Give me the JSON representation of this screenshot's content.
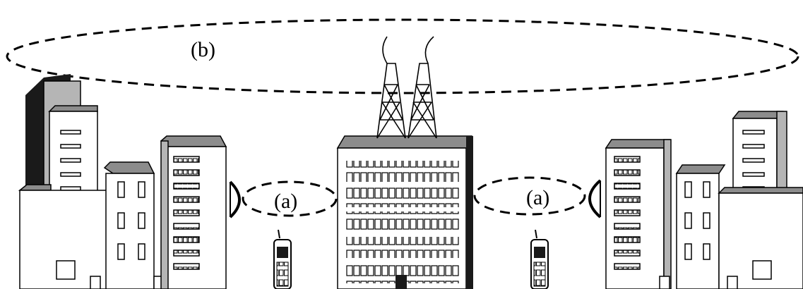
{
  "diagram": {
    "labels": {
      "coverage_b": "(b)",
      "link_a_left": "(a)",
      "link_a_right": "(a)"
    },
    "colors": {
      "ink": "#000000",
      "roof": "#8c8c8c",
      "shadow": "#1a1a1a",
      "background": "#ffffff"
    }
  }
}
